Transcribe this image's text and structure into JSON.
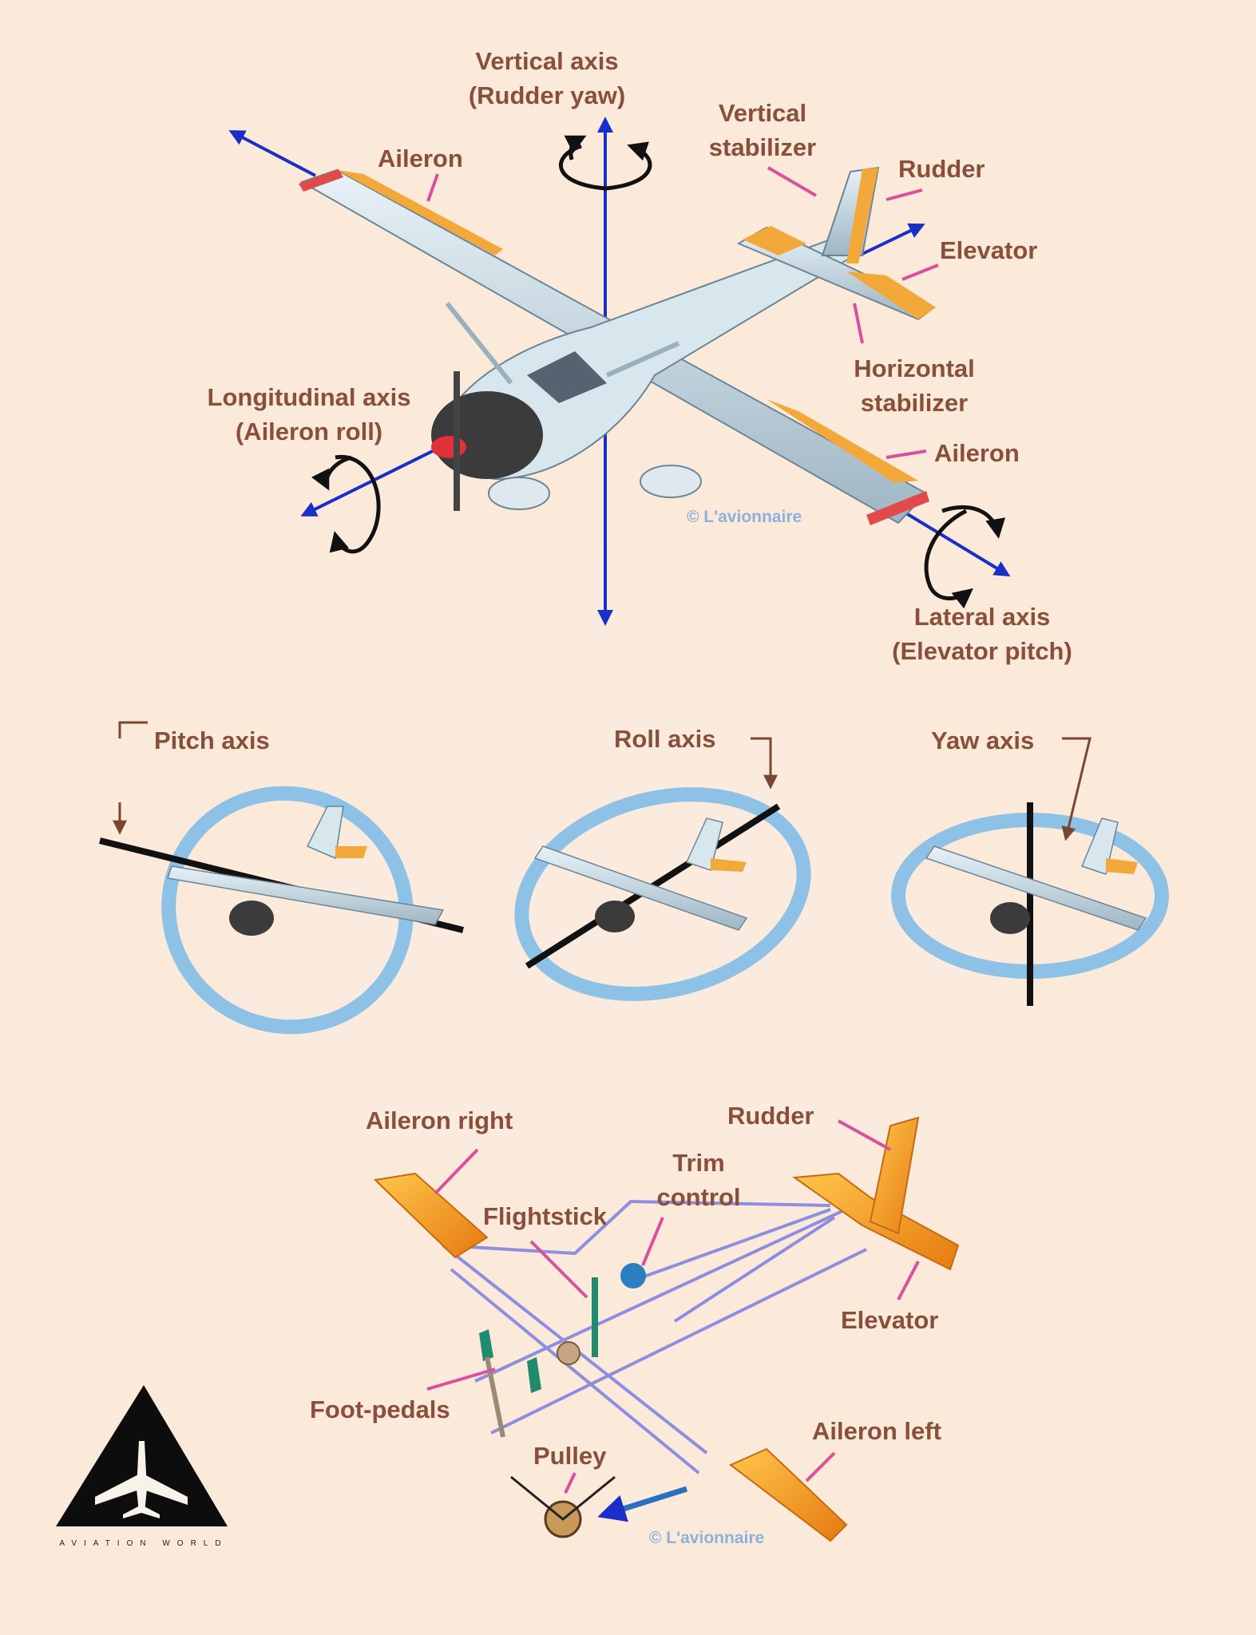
{
  "top": {
    "vertical_axis": [
      "Vertical axis",
      "(Rudder yaw)"
    ],
    "vertical_stabilizer": [
      "Vertical",
      "stabilizer"
    ],
    "rudder": "Rudder",
    "elevator": "Elevator",
    "aileron_top": "Aileron",
    "horizontal_stabilizer": [
      "Horizontal",
      "stabilizer"
    ],
    "longitudinal_axis": [
      "Longitudinal axis",
      "(Aileron roll)"
    ],
    "aileron_right": "Aileron",
    "copyright": "© L'avionnaire",
    "lateral_axis": [
      "Lateral axis",
      "(Elevator pitch)"
    ]
  },
  "axes": {
    "pitch": "Pitch axis",
    "roll": "Roll axis",
    "yaw": "Yaw axis"
  },
  "controls": {
    "aileron_right": "Aileron right",
    "rudder": "Rudder",
    "trim_control": [
      "Trim",
      "control"
    ],
    "flightstick": "Flightstick",
    "elevator": "Elevator",
    "foot_pedals": "Foot-pedals",
    "pulley": "Pulley",
    "aileron_left": "Aileron left",
    "copyright": "© L'avionnaire"
  },
  "brand": {
    "name": "AVIATION WORLD"
  },
  "colors": {
    "background": "#fbe9da",
    "label": "#8a4f3a",
    "axis_arrow": "#1a2fc8",
    "leader": "#d9519c",
    "control_surface": "#f0a020",
    "ring": "#8ec1e6",
    "cable": "#8e8ee0"
  }
}
